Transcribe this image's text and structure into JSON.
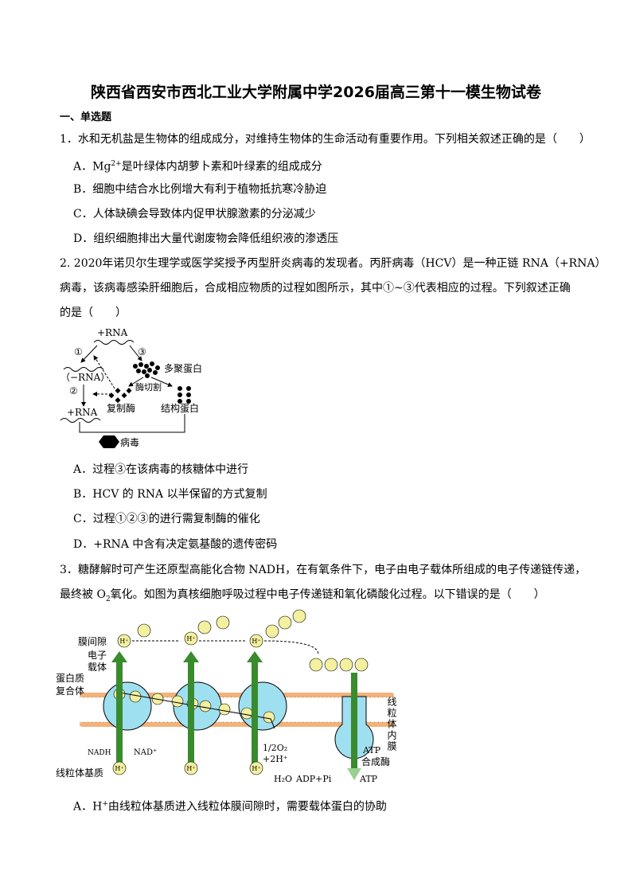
{
  "title": "陕西省西安市西北工业大学附属中学2026届高三第十一模生物试卷",
  "section": "一、单选题",
  "q1": {
    "stem": "1．水和无机盐是生物体的组成成分，对维持生物体的生命活动有重要作用。下列相关叙述正确的是（　　）",
    "a_pre": "A．Mg",
    "a_sup": "2+",
    "a_post": "是叶绿体内胡萝卜素和叶绿素的组成成分",
    "b": "B．细胞中结合水比例增大有利于植物抵抗寒冷胁迫",
    "c": "C．人体缺碘会导致体内促甲状腺激素的分泌减少",
    "d": "D．组织细胞排出大量代谢废物会降低组织液的渗透压"
  },
  "q2": {
    "line1": "2. 2020年诺贝尔生理学或医学奖授予丙型肝炎病毒的发现者。丙肝病毒（HCV）是一种正链 RNA（+RNA）",
    "line2": "病毒，该病毒感染肝细胞后，合成相应物质的过程如图所示，其中①~③代表相应的过程。下列叙述正确",
    "line3": "的是（　　）",
    "fig": {
      "plus_rna": "+RNA",
      "minus_rna": "（−RNA）",
      "plus_rna2": "+RNA",
      "p1": "①",
      "p2": "②",
      "p3": "③",
      "polyprotein": "多聚蛋白",
      "cleave": "酶切割",
      "replicase": "复制酶",
      "structural": "结构蛋白",
      "virus": "病毒"
    },
    "a": "A．过程③在该病毒的核糖体中进行",
    "b": "B．HCV 的 RNA 以半保留的方式复制",
    "c": "C．过程①②③的进行需复制酶的催化",
    "d": "D．+RNA 中含有决定氨基酸的遗传密码"
  },
  "q3": {
    "line1": "3．糖酵解时可产生还原型高能化合物 NADH，在有氧条件下，电子由电子载体所组成的电子传递链传递，",
    "line2_pre": "最终被 O",
    "line2_sub": "2",
    "line2_post": "氧化。如图为真核细胞呼吸过程中电子传递链和氧化磷酸化过程。以下错误的是（　　）",
    "fig": {
      "intermembrane": "膜间隙",
      "carrier1": "电子",
      "carrier2": "载体",
      "complex1": "蛋白质",
      "complex2": "复合体",
      "matrix": "线粒体基质",
      "inner_membrane": "线粒体内膜",
      "h": "H⁺",
      "nadh": "NADH",
      "nad": "NAD⁺",
      "o2": "1/2O₂",
      "h2": "+2H⁺",
      "h2o": "H₂O",
      "adp": "ADP+Pi",
      "atp": "ATP",
      "synthase1": "ATP",
      "synthase2": "合成酶"
    },
    "a_pre": "A．H",
    "a_sup": "+",
    "a_post": "由线粒体基质进入线粒体膜间隙时，需要载体蛋白的协助"
  },
  "colors": {
    "membrane": "#f2b27a",
    "protein": "#9fe0f0",
    "carrier": "#f3f0a0",
    "arrow": "#3a8a2e"
  }
}
